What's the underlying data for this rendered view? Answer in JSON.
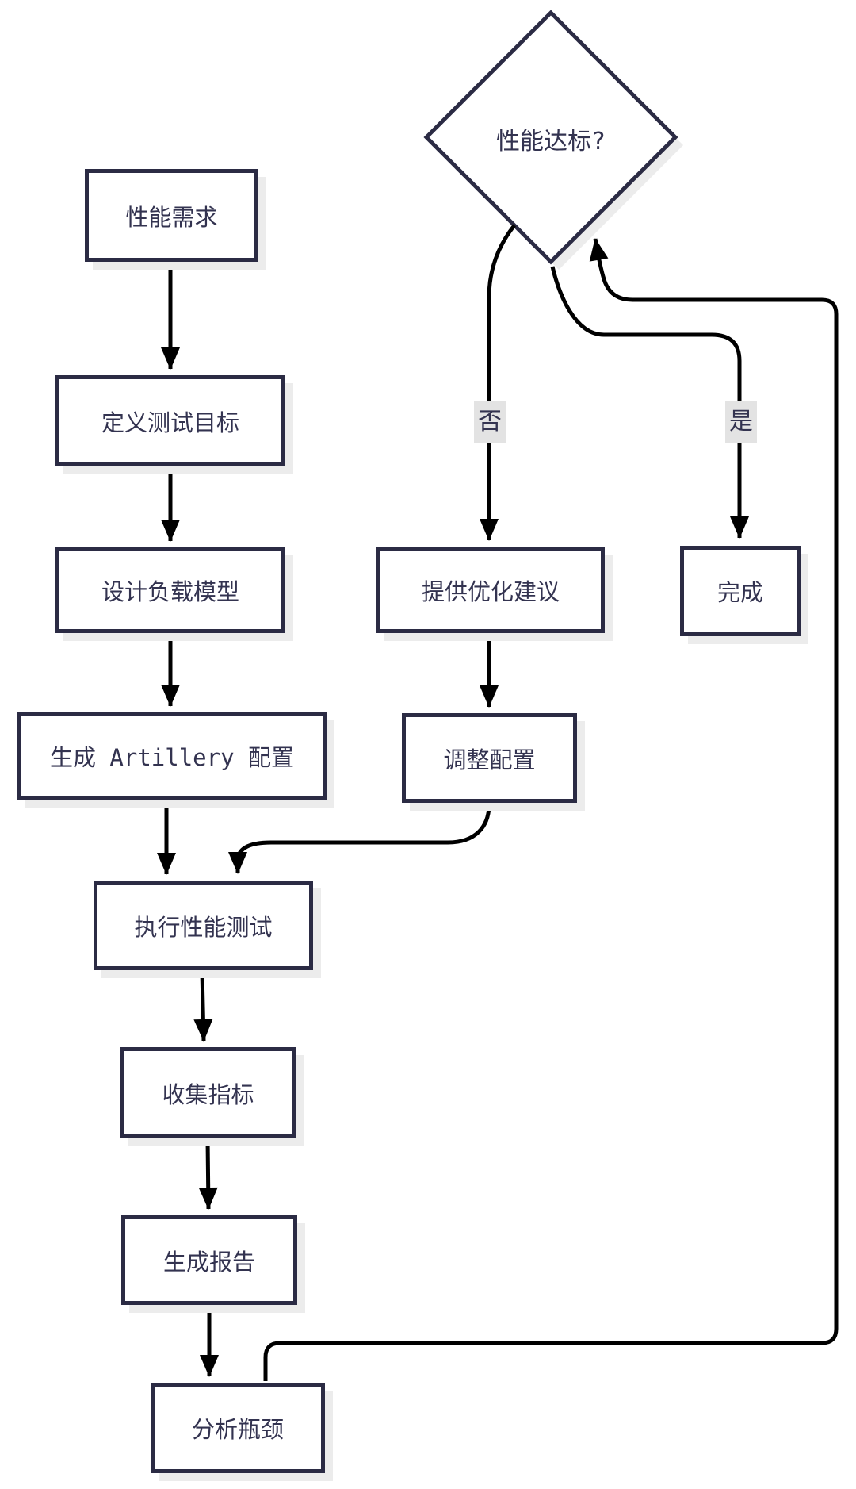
{
  "diagram": {
    "type": "flowchart",
    "direction": "top-down",
    "background": "#ffffff",
    "colors": {
      "node_border": "#2b2b44",
      "node_fill": "#ffffff",
      "node_text": "#333350",
      "node_shadow": "#ececec",
      "edge_line": "#000000",
      "edge_label_bg": "#e3e3e3"
    },
    "decision": {
      "label": "性能达标?"
    },
    "nodes": [
      {
        "label": "性能需求"
      },
      {
        "label": "定义测试目标"
      },
      {
        "label": "设计负载模型"
      },
      {
        "label": "生成 Artillery 配置"
      },
      {
        "label": "执行性能测试"
      },
      {
        "label": "收集指标"
      },
      {
        "label": "生成报告"
      },
      {
        "label": "分析瓶颈"
      },
      {
        "label": "提供优化建议"
      },
      {
        "label": "调整配置"
      },
      {
        "label": "完成"
      }
    ],
    "edge_labels": {
      "no": "否",
      "yes": "是"
    },
    "edges": [
      {
        "from": "性能需求",
        "to": "定义测试目标",
        "label": ""
      },
      {
        "from": "定义测试目标",
        "to": "设计负载模型",
        "label": ""
      },
      {
        "from": "设计负载模型",
        "to": "生成 Artillery 配置",
        "label": ""
      },
      {
        "from": "生成 Artillery 配置",
        "to": "执行性能测试",
        "label": ""
      },
      {
        "from": "执行性能测试",
        "to": "收集指标",
        "label": ""
      },
      {
        "from": "收集指标",
        "to": "生成报告",
        "label": ""
      },
      {
        "from": "生成报告",
        "to": "分析瓶颈",
        "label": ""
      },
      {
        "from": "分析瓶颈",
        "to": "性能达标?",
        "label": ""
      },
      {
        "from": "性能达标?",
        "to": "提供优化建议",
        "label": "否"
      },
      {
        "from": "提供优化建议",
        "to": "调整配置",
        "label": ""
      },
      {
        "from": "调整配置",
        "to": "执行性能测试",
        "label": ""
      },
      {
        "from": "性能达标?",
        "to": "完成",
        "label": "是"
      }
    ]
  }
}
